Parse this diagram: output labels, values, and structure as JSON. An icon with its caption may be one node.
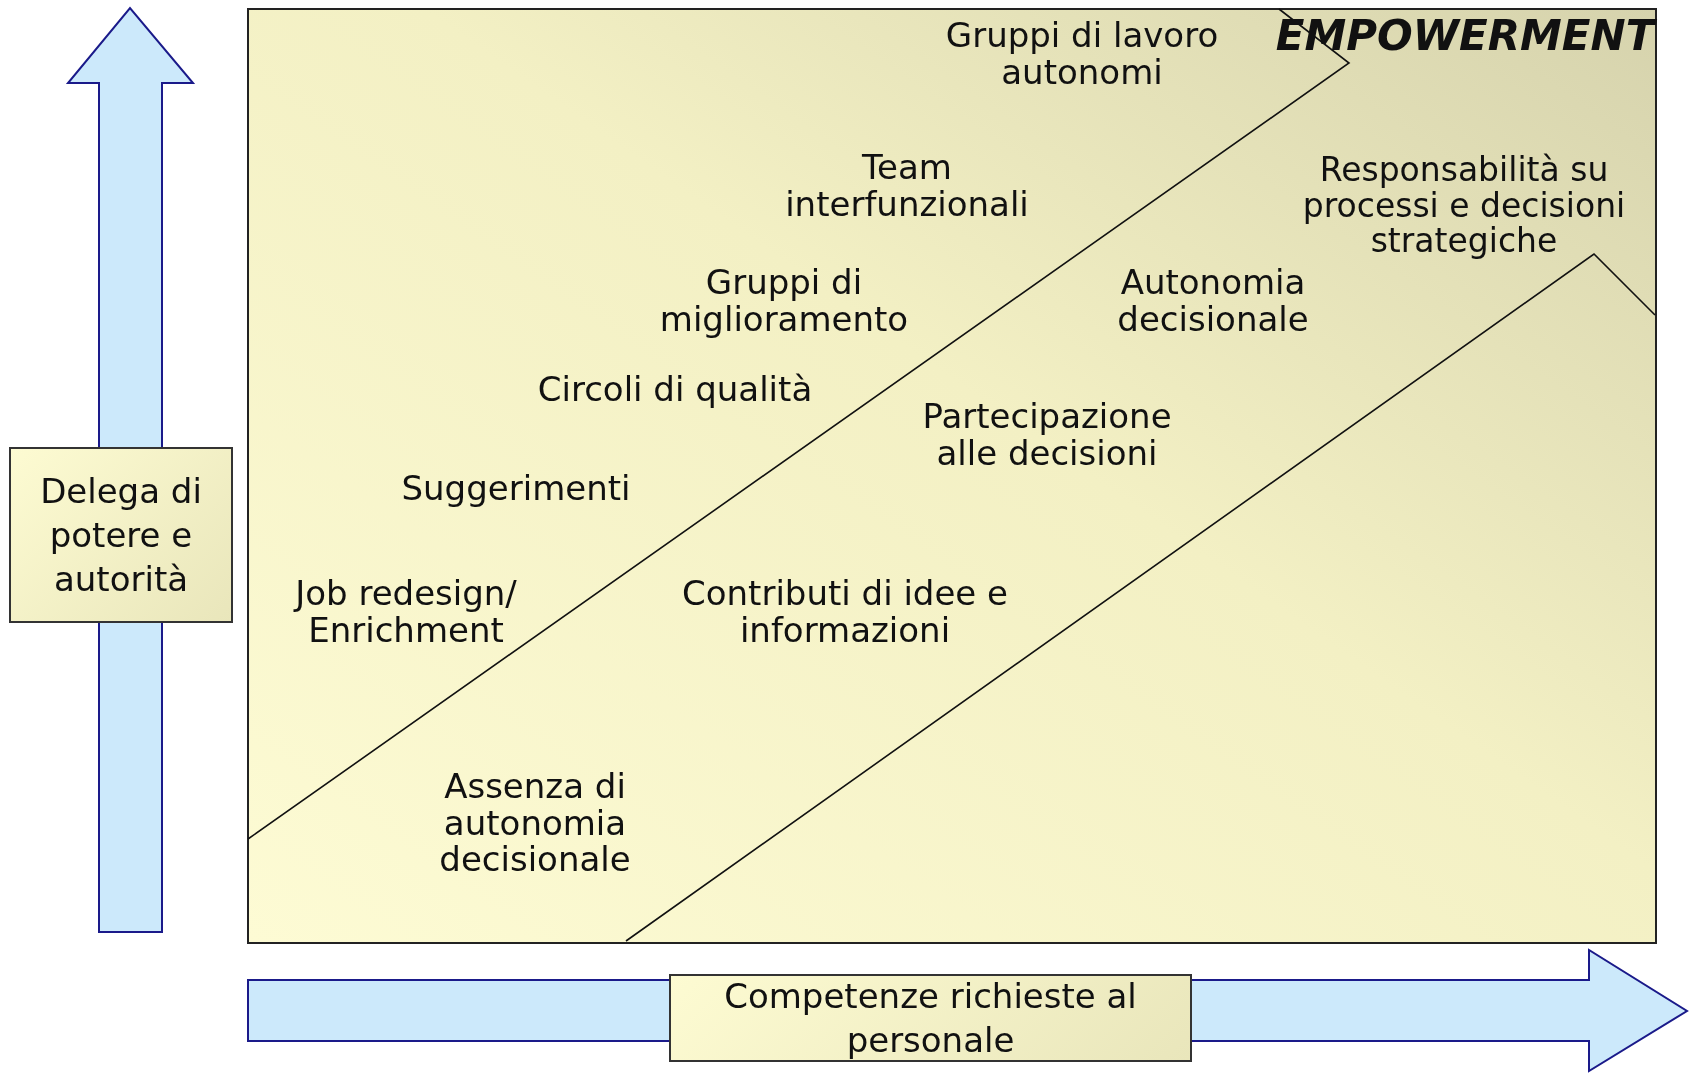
{
  "diagram": {
    "nodes": [
      {
        "text": [
          "Delega di potere e autorità"
        ]
      },
      {
        "text": [
          "Competenze richieste al personale"
        ]
      }
    ],
    "labels": [
      "Gruppi di lavoro autonomi",
      "EMPOWERMENT",
      "Team interfunzionali",
      "Responsabilità su processi e decisioni strategiche",
      "Gruppi di miglioramento",
      "Autonomia decisionale",
      "Circoli di qualità",
      "Partecipazione alle decisioni",
      "Suggerimenti",
      "Job redesign/ Enrichment",
      "Contributi di idee e informazioni",
      "Assenza di autonomia decisionale"
    ]
  }
}
